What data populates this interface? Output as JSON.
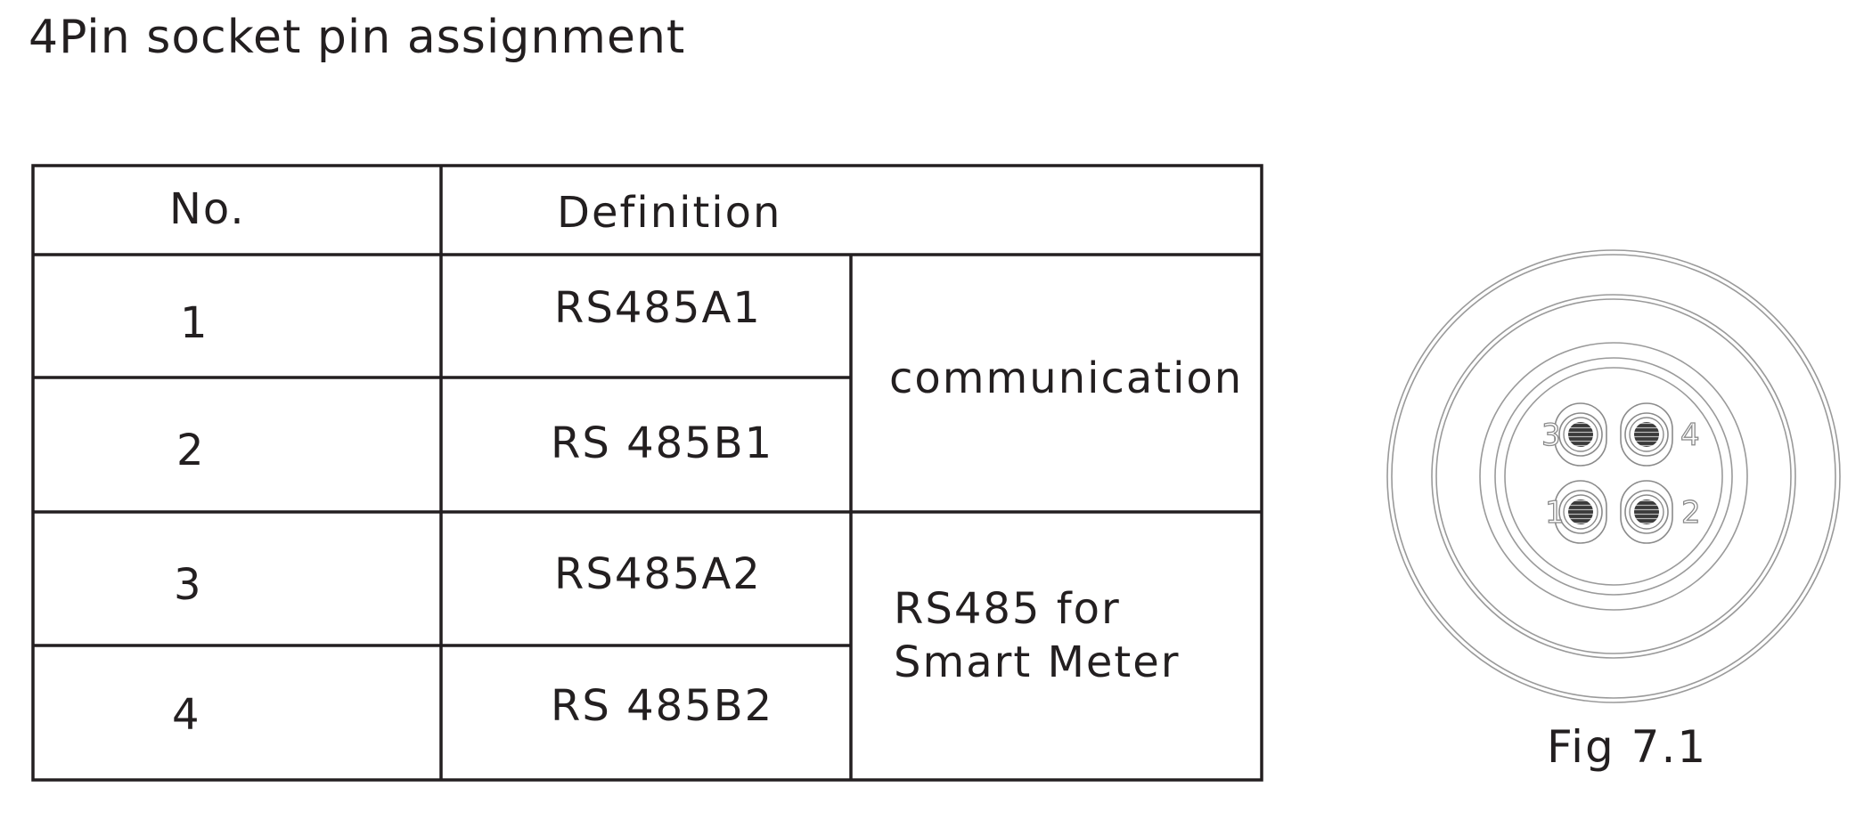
{
  "title": "4Pin socket pin assignment",
  "table": {
    "headers": {
      "no": "No.",
      "definition": "Definition"
    },
    "rows": [
      {
        "no": "1",
        "signal": "RS485A1"
      },
      {
        "no": "2",
        "signal": "RS 485B1"
      },
      {
        "no": "3",
        "signal": "RS485A2"
      },
      {
        "no": "4",
        "signal": "RS 485B2"
      }
    ],
    "groups": [
      {
        "label": "communication"
      },
      {
        "label": "RS485 for\nSmart Meter"
      }
    ]
  },
  "figure": {
    "caption": "Fig 7.1",
    "pin_labels": [
      "1",
      "2",
      "3",
      "4"
    ]
  }
}
